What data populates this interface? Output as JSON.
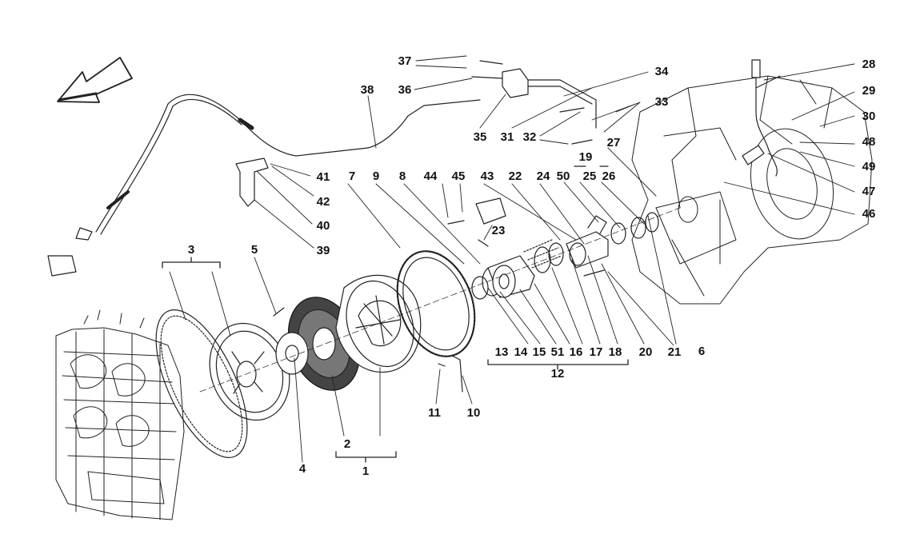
{
  "labels": {
    "l1": "1",
    "l2": "2",
    "l3": "3",
    "l4": "4",
    "l5": "5",
    "l6": "6",
    "l7": "7",
    "l8": "8",
    "l9": "9",
    "l10": "10",
    "l11": "11",
    "l12": "12",
    "l13": "13",
    "l14": "14",
    "l15": "15",
    "l16": "16",
    "l17": "17",
    "l18": "18",
    "l19": "19",
    "l20": "20",
    "l21": "21",
    "l22": "22",
    "l23": "23",
    "l24": "24",
    "l25": "25",
    "l26": "26",
    "l27": "27",
    "l28": "28",
    "l29": "29",
    "l30": "30",
    "l31": "31",
    "l32": "32",
    "l33": "33",
    "l34": "34",
    "l35": "35",
    "l36": "36",
    "l37": "37",
    "l38": "38",
    "l39": "39",
    "l40": "40",
    "l41": "41",
    "l42": "42",
    "l43": "43",
    "l44": "44",
    "l45": "45",
    "l46": "46",
    "l47": "47",
    "l48": "48",
    "l49": "49",
    "l50": "50",
    "l51": "51"
  }
}
